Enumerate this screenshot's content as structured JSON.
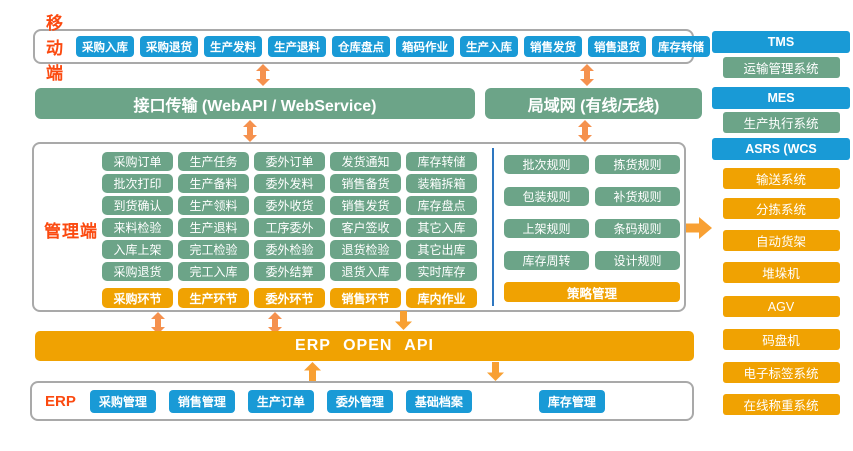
{
  "colors": {
    "blue": "#199ad6",
    "green": "#6ca488",
    "orange": "#f0a202",
    "red_label": "#fb4a10",
    "arrow_double": "#f5914e",
    "arrow_solid": "#f8a033",
    "divider_blue": "#2e77c0",
    "box_border": "#a9a9a9"
  },
  "mobile": {
    "label": "移动端",
    "buttons": [
      "采购入库",
      "采购退货",
      "生产发料",
      "生产退料",
      "仓库盘点",
      "箱码作业",
      "生产入库",
      "销售发货",
      "销售退货",
      "库存转储"
    ]
  },
  "bars": {
    "api": "接口传输 (WebAPI / WebService)",
    "lan": "局域网 (有线/无线)"
  },
  "management": {
    "label": "管理端",
    "columns": [
      {
        "footer": "采购环节",
        "items": [
          "采购订单",
          "批次打印",
          "到货确认",
          "来料检验",
          "入库上架",
          "采购退货"
        ]
      },
      {
        "footer": "生产环节",
        "items": [
          "生产任务",
          "生产备料",
          "生产领料",
          "生产退料",
          "完工检验",
          "完工入库"
        ]
      },
      {
        "footer": "委外环节",
        "items": [
          "委外订单",
          "委外发料",
          "委外收货",
          "工序委外",
          "委外检验",
          "委外结算"
        ]
      },
      {
        "footer": "销售环节",
        "items": [
          "发货通知",
          "销售备货",
          "销售发货",
          "客户签收",
          "退货检验",
          "退货入库"
        ]
      },
      {
        "footer": "库内作业",
        "items": [
          "库存转储",
          "装箱拆箱",
          "库存盘点",
          "其它入库",
          "其它出库",
          "实时库存"
        ]
      }
    ],
    "strategy": {
      "footer": "策略管理",
      "items": [
        "批次规则",
        "拣货规则",
        "包装规则",
        "补货规则",
        "上架规则",
        "条码规则",
        "库存周转",
        "设计规则"
      ]
    }
  },
  "erp_api": {
    "label": "ERP OPEN API"
  },
  "erp": {
    "label": "ERP",
    "buttons": [
      "采购管理",
      "销售管理",
      "生产订单",
      "委外管理",
      "基础档案"
    ],
    "inventory": "库存管理"
  },
  "right_panel": {
    "items": [
      {
        "label": "TMS",
        "type": "blue"
      },
      {
        "label": "运输管理系统",
        "type": "green"
      },
      {
        "label": "MES",
        "type": "blue"
      },
      {
        "label": "生产执行系统",
        "type": "green"
      },
      {
        "label": "ASRS (WCS",
        "type": "blue"
      },
      {
        "label": "输送系统",
        "type": "orange"
      },
      {
        "label": "分拣系统",
        "type": "orange"
      },
      {
        "label": "自动货架",
        "type": "orange"
      },
      {
        "label": "堆垛机",
        "type": "orange"
      },
      {
        "label": "AGV",
        "type": "orange"
      },
      {
        "label": "码盘机",
        "type": "orange"
      },
      {
        "label": "电子标签系统",
        "type": "orange"
      },
      {
        "label": "在线称重系统",
        "type": "orange"
      }
    ]
  }
}
